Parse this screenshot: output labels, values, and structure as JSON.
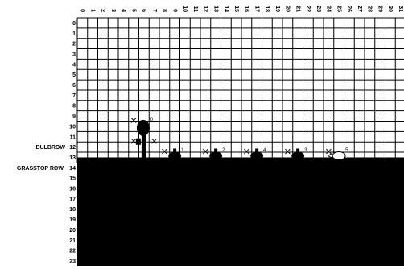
{
  "figure": {
    "col_labels": [
      "0",
      "1",
      "2",
      "3",
      "4",
      "5",
      "6",
      "7",
      "8",
      "9",
      "10",
      "11",
      "12",
      "13",
      "14",
      "15",
      "16",
      "17",
      "18",
      "19",
      "20",
      "21",
      "22",
      "23",
      "24",
      "25",
      "26",
      "27",
      "28",
      "29",
      "30",
      "31"
    ],
    "row_labels": [
      "0",
      "1",
      "2",
      "3",
      "4",
      "5",
      "6",
      "7",
      "8",
      "9",
      "10",
      "11",
      "12",
      "13",
      "14",
      "15",
      "16",
      "17",
      "18",
      "19",
      "20",
      "21",
      "22",
      "23"
    ],
    "row_annotations": [
      {
        "row": 12,
        "text": "BULBROW"
      },
      {
        "row": 14,
        "text": "GRASSTOP ROW"
      }
    ],
    "ground_start_row": 14,
    "stalk": {
      "col": 6,
      "top_row": 9,
      "bottom_row": 14,
      "bulb_label": "0"
    },
    "x_marks": [
      {
        "col": 5,
        "row": 9
      },
      {
        "col": 5,
        "row": 11
      },
      {
        "col": 7,
        "row": 11
      },
      {
        "col": 8,
        "row": 12
      },
      {
        "col": 12,
        "row": 12
      },
      {
        "col": 16,
        "row": 12
      },
      {
        "col": 20,
        "row": 12
      },
      {
        "col": 24,
        "row": 12
      }
    ],
    "bulbs": [
      {
        "col": 9,
        "label": "1",
        "filled": true
      },
      {
        "col": 13,
        "label": "2",
        "filled": true
      },
      {
        "col": 17,
        "label": "4",
        "filled": true
      },
      {
        "col": 21,
        "label": "3",
        "filled": true
      },
      {
        "col": 25,
        "label": "5",
        "filled": false
      }
    ]
  }
}
